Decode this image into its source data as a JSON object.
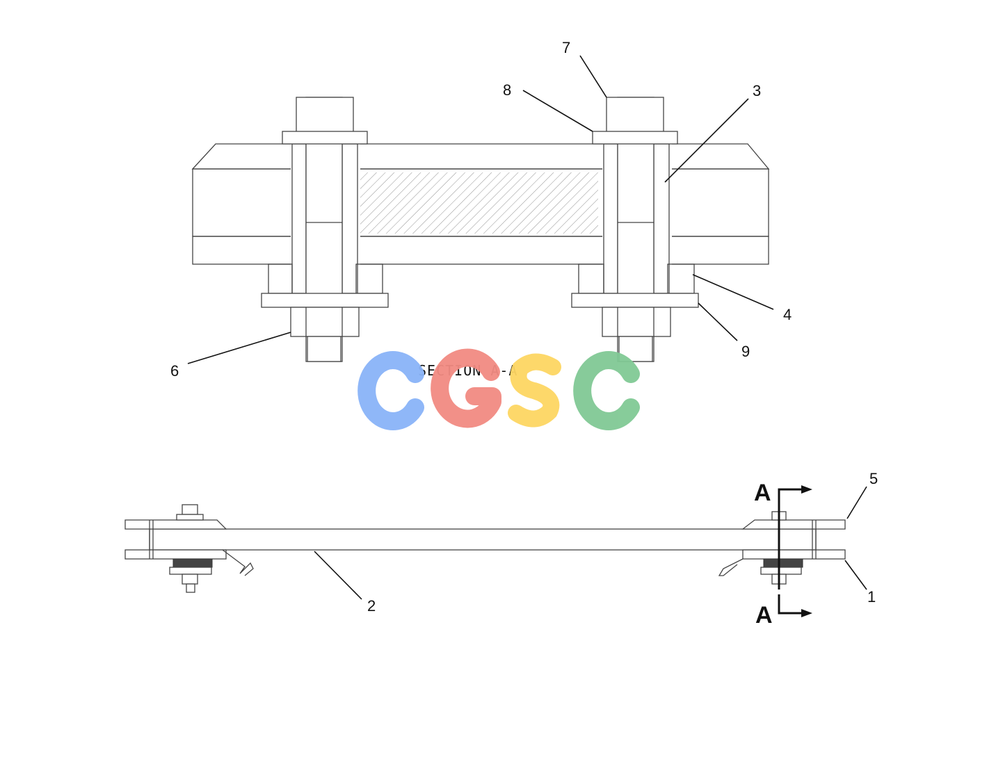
{
  "section_title": "SECTION A-A",
  "cut_labels": {
    "top": "A",
    "bottom": "A"
  },
  "callouts": [
    "1",
    "2",
    "3",
    "4",
    "5",
    "6",
    "7",
    "8",
    "9"
  ],
  "watermark": {
    "text": "CGSC",
    "colors": [
      "#8ab4f8",
      "#f28b82",
      "#fdd663",
      "#81c995"
    ]
  }
}
